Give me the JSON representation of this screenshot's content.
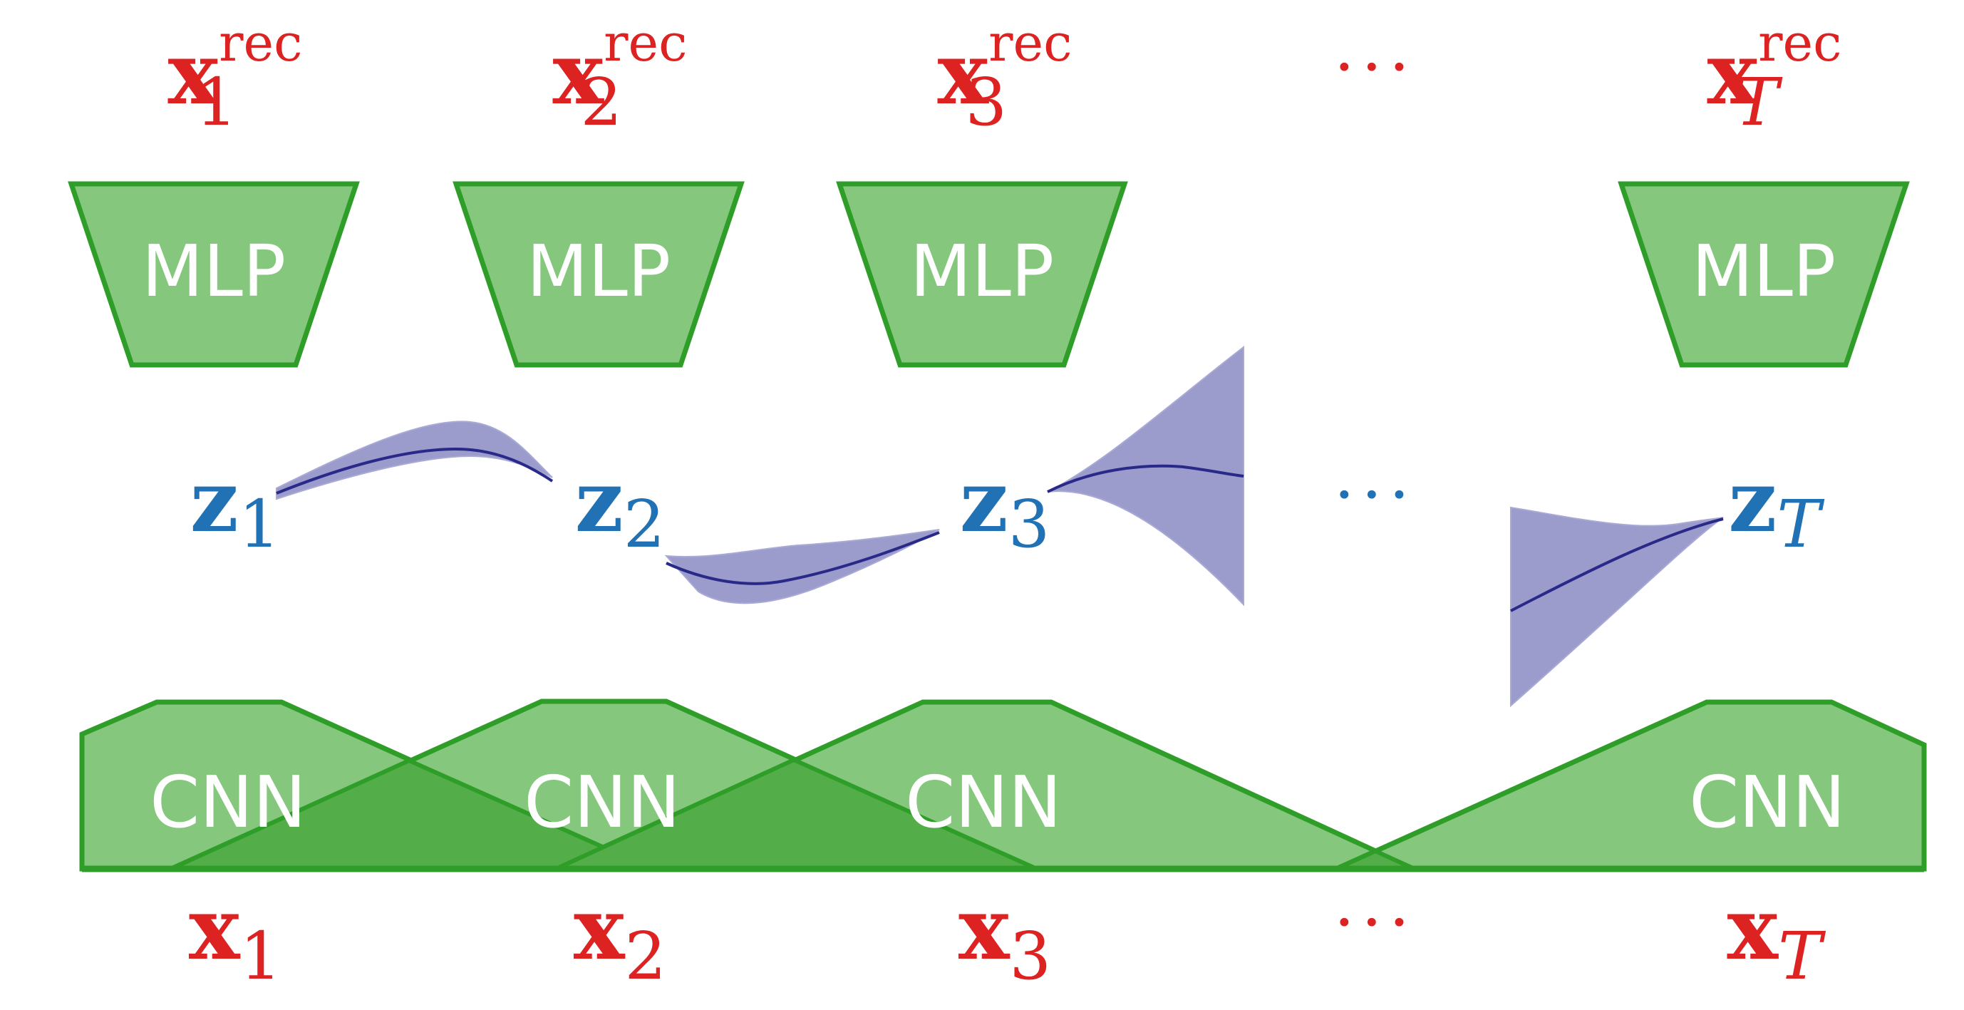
{
  "colors": {
    "output_red": "#dd2222",
    "latent_blue": "#2171b5",
    "block_fill": "#86c77e",
    "block_overlap": "#53ad49",
    "block_stroke": "#2f9e29",
    "band_fill": "#9b9ccc",
    "band_line": "#29298a"
  },
  "outputs": [
    {
      "base": "x",
      "sub": "1",
      "sup": "rec"
    },
    {
      "base": "x",
      "sub": "2",
      "sup": "rec"
    },
    {
      "base": "x",
      "sub": "3",
      "sup": "rec"
    },
    {
      "ellipsis": "···"
    },
    {
      "base": "x",
      "sub": "T",
      "sup": "rec"
    }
  ],
  "decoders": [
    "MLP",
    "MLP",
    "MLP",
    "MLP"
  ],
  "latents": [
    {
      "base": "z",
      "sub": "1"
    },
    {
      "base": "z",
      "sub": "2"
    },
    {
      "base": "z",
      "sub": "3"
    },
    {
      "ellipsis": "···"
    },
    {
      "base": "z",
      "sub": "T"
    }
  ],
  "encoders": [
    "CNN",
    "CNN",
    "CNN",
    "CNN"
  ],
  "inputs": [
    {
      "base": "x",
      "sub": "1"
    },
    {
      "base": "x",
      "sub": "2"
    },
    {
      "base": "x",
      "sub": "3"
    },
    {
      "ellipsis": "···"
    },
    {
      "base": "x",
      "sub": "T"
    }
  ]
}
